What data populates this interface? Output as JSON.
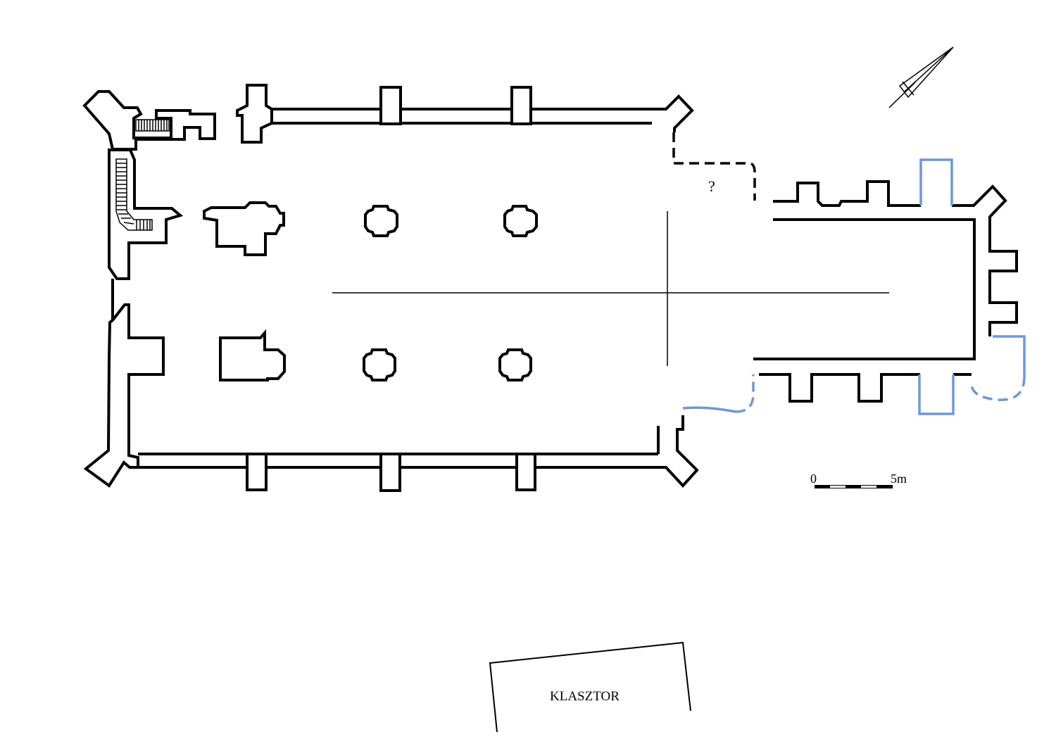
{
  "labels": {
    "unknown_mark": "?",
    "building_label": "KLASZTOR"
  },
  "scale_bar": {
    "start_label": "0",
    "end_label": "5m"
  },
  "north_arrow": {
    "icon": "north-arrow-icon"
  },
  "colors": {
    "wall": "#000000",
    "reconstructed_wall": "#6f97db",
    "background": "#ffffff"
  }
}
